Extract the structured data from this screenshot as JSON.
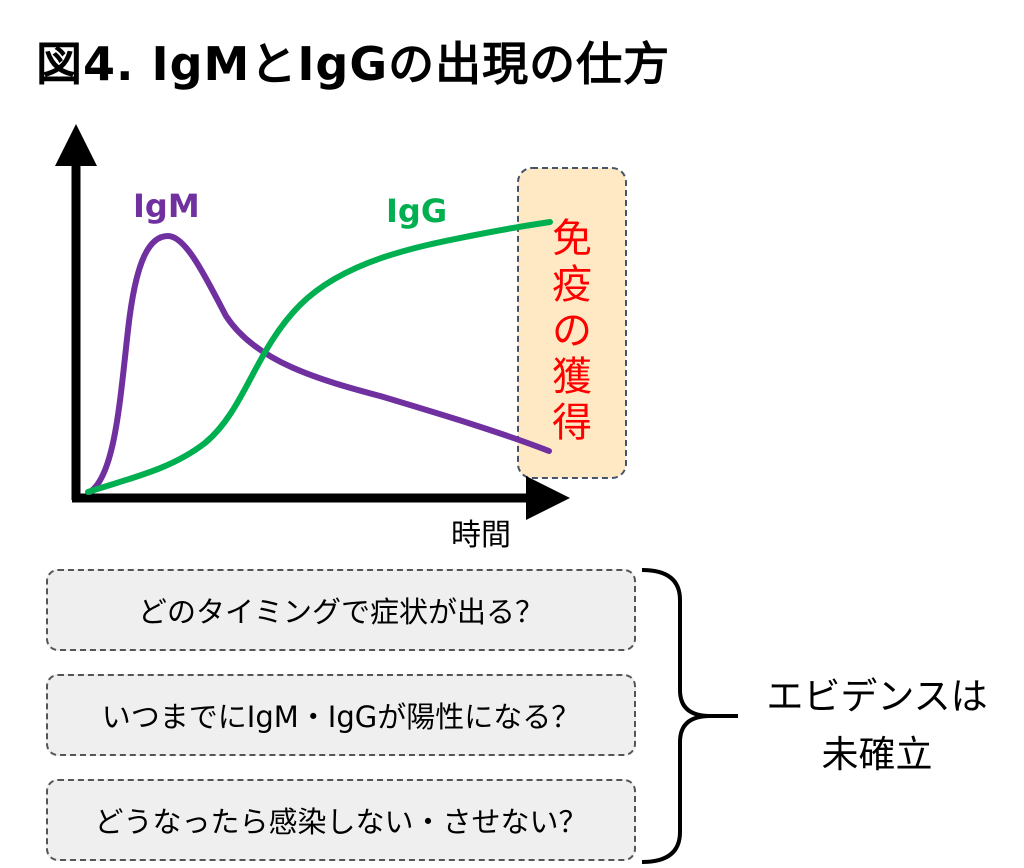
{
  "title": "図4. IgMとIgGの出現の仕方",
  "chart": {
    "x_axis_label": "時間",
    "series": [
      {
        "name": "IgM",
        "color": "#7030A0"
      },
      {
        "name": "IgG",
        "color": "#00B050"
      }
    ],
    "immunity_label": "免疫の獲得",
    "immunity_box_color": "#FFE9C4",
    "immunity_text_color": "#FF0000"
  },
  "questions": [
    "どのタイミングで症状が出る？",
    "いつまでにIgM・IgGが陽性になる？",
    "どうなったら感染しない・させない？"
  ],
  "verdict": {
    "line1": "エビデンスは",
    "line2": "未確立"
  }
}
